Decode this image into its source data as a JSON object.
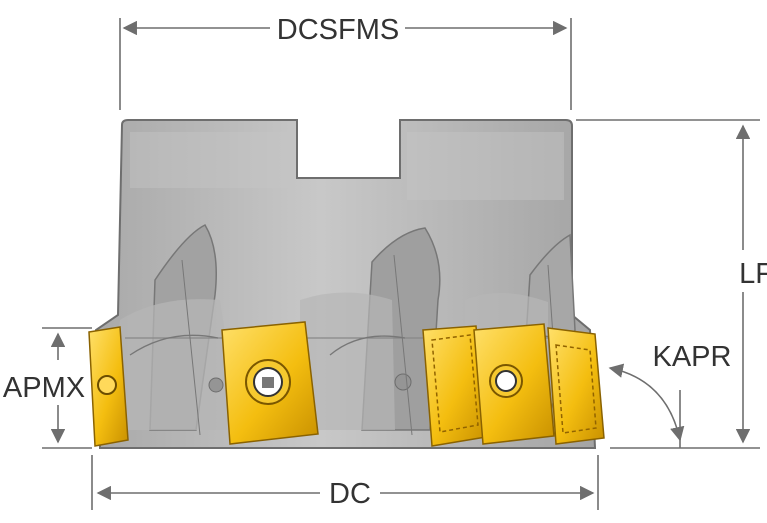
{
  "labels": {
    "dcsfms": "DCSFMS",
    "lf": "LF",
    "apmx": "APMX",
    "kapr": "KAPR",
    "dc": "DC"
  },
  "colors": {
    "body_gray": "#b9b9b9",
    "body_dark": "#8d8d8d",
    "insert_yellow": "#f4be10",
    "insert_dark": "#b78200",
    "dimension_line": "#6e6e6e",
    "text": "#333333"
  }
}
